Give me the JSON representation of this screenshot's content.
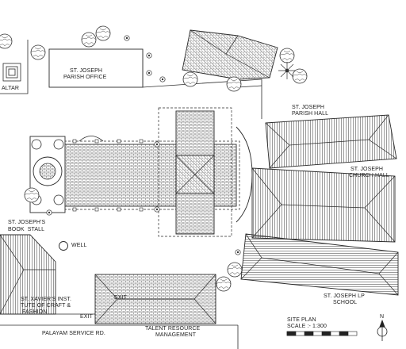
{
  "labels": {
    "altar": "ALTAR",
    "parish_office_1": "ST. JOSEPH",
    "parish_office_2": "PARISH OFFICE",
    "parish_hall_1": "ST. JOSEPH",
    "parish_hall_2": "PARISH HALL",
    "church_hall_1": "ST. JOSEPH",
    "church_hall_2": "CHURCH HALL",
    "book_stall_1": "ST. JOSEPH'S",
    "book_stall_2": "BOOK  STALL",
    "well": "WELL",
    "xaviers_1": "ST. XAVIER'S INST.",
    "xaviers_2": "TUTE OF CRAFT &",
    "xaviers_3": "FASHION",
    "exit_1": "EXIT",
    "exit_2": "EXIT",
    "lp_school_1": "ST. JOSEPH LP",
    "lp_school_2": "SCHOOL",
    "service_road": "PALAYAM SERVICE RD.",
    "talent_1": "TALENT RESOURCE",
    "talent_2": "MANAGEMENT",
    "site_plan": "SITE PLAN",
    "scale": "SCALE :- 1:300",
    "north": "N"
  },
  "colors": {
    "line": "#2a2a2a",
    "hatch": "#555555",
    "tree": "#3a3a3a",
    "paper": "#ffffff"
  }
}
